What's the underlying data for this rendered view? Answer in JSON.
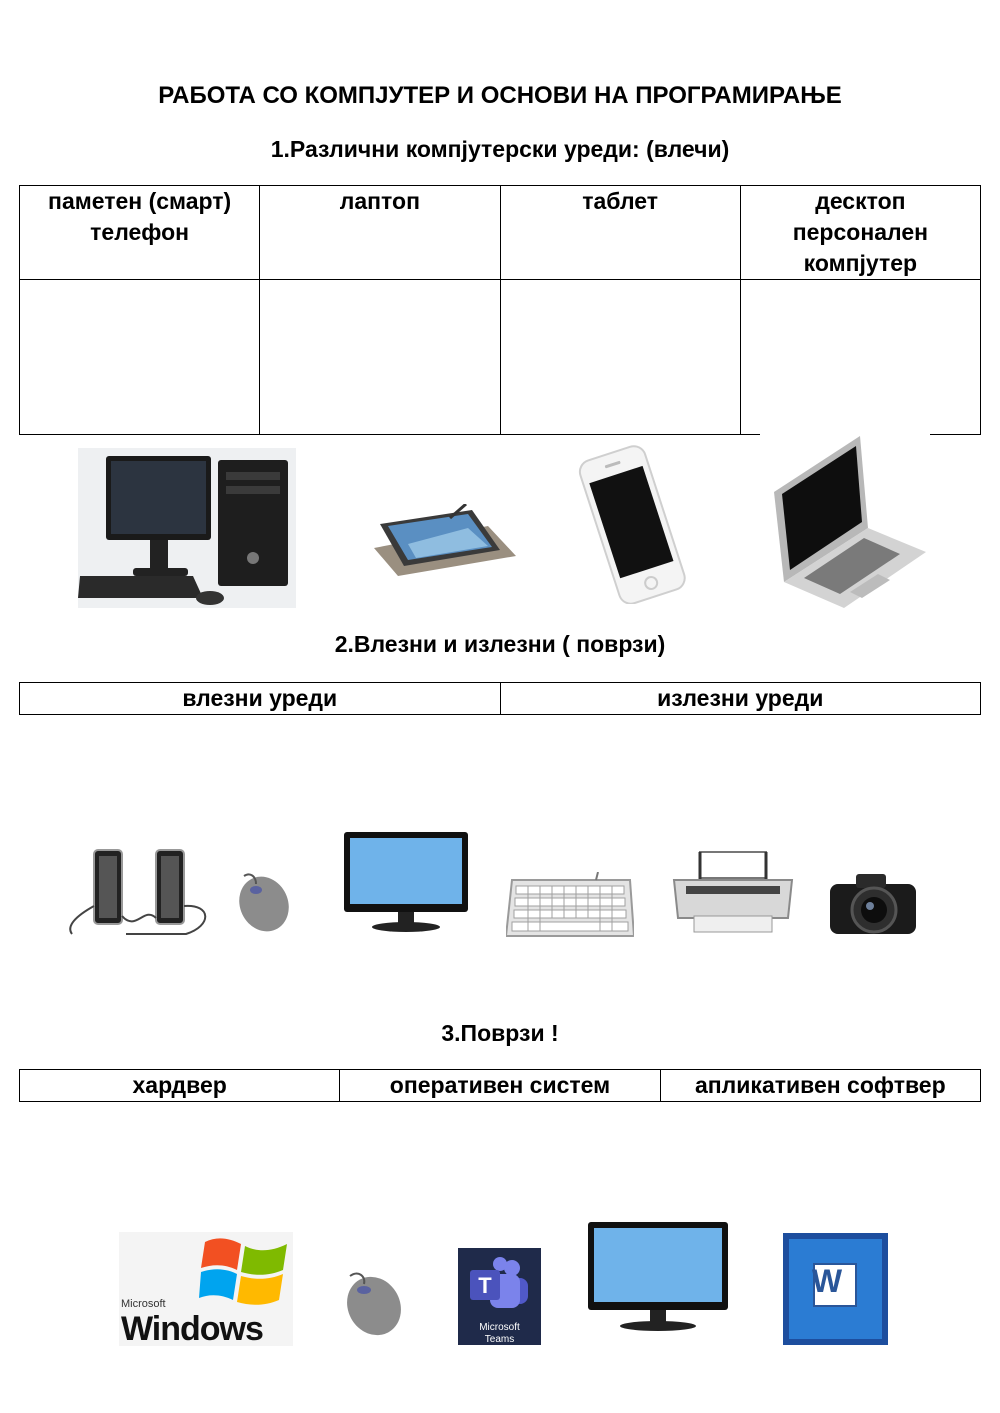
{
  "header": {
    "title": "РАБОТА СО КОМПЈУТЕР И ОСНОВИ НА ПРОГРАМИРАЊЕ"
  },
  "section1": {
    "heading": "1.Различни компјутерски уреди:  (влечи)",
    "columns": [
      "паметен (смарт) телефон",
      "лаптоп",
      "таблет",
      "десктоп персонален компјутер"
    ],
    "images": [
      "desktop-computer-icon",
      "tablet-icon",
      "smartphone-icon",
      "laptop-icon"
    ]
  },
  "section2": {
    "heading": "2.Влезни и излезни ( поврзи)",
    "columns": [
      "влезни уреди",
      "излезни уреди"
    ],
    "images": [
      "speakers-icon",
      "mouse-icon",
      "monitor-icon",
      "keyboard-icon",
      "printer-icon",
      "camera-icon"
    ]
  },
  "section3": {
    "heading": "3.Поврзи !",
    "columns": [
      "хардвер",
      "оперативен систем",
      "апликативен софтвер"
    ],
    "images": [
      "windows-logo-icon",
      "mouse-icon",
      "teams-app-icon",
      "monitor-icon",
      "word-app-icon"
    ],
    "windows_logo": {
      "brand": "Microsoft",
      "name": "Windows"
    },
    "teams_logo": {
      "label_top": "Microsoft",
      "label_bottom": "Teams"
    },
    "word_logo": {
      "letter": "W"
    }
  }
}
